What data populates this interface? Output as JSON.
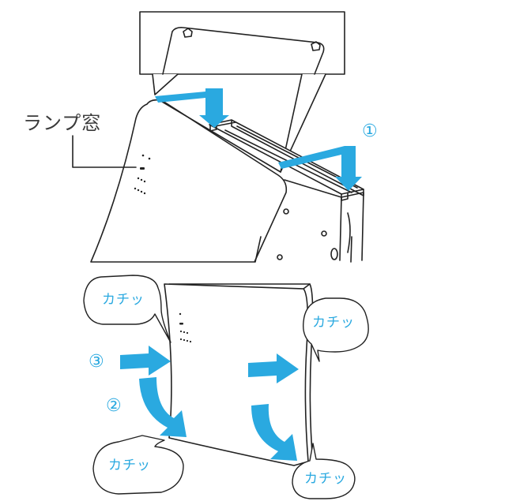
{
  "labels": {
    "lamp_window": "ランプ窓",
    "step1": "①",
    "step2": "②",
    "step3": "③",
    "click_sound": "カチッ"
  },
  "colors": {
    "arrow": "#2aa9e0",
    "line": "#222222",
    "background": "#ffffff"
  }
}
